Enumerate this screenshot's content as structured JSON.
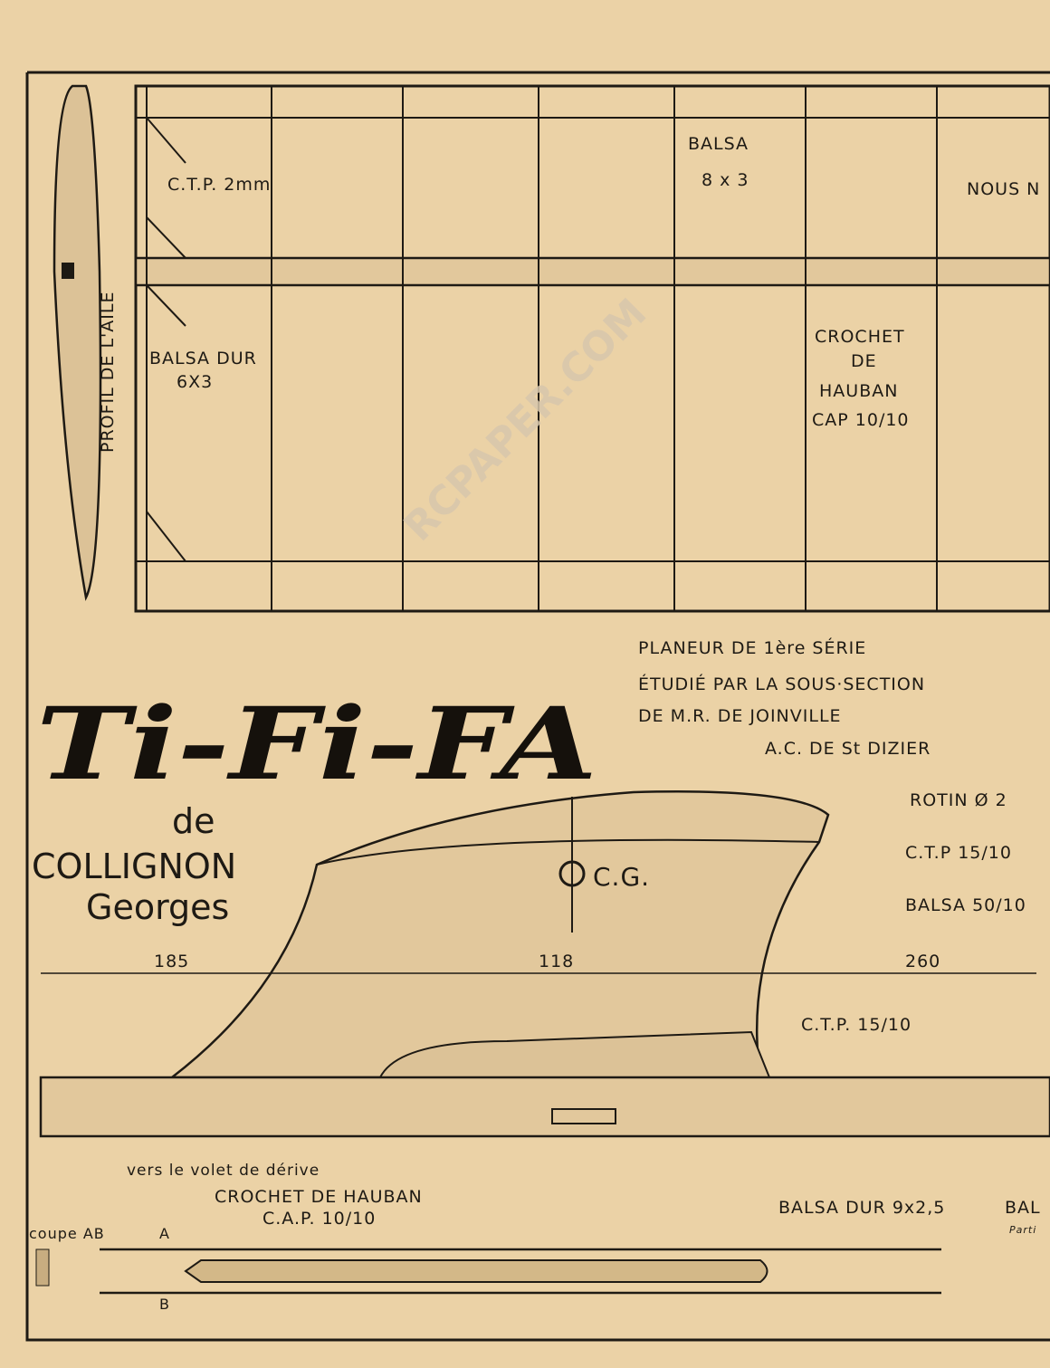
{
  "wing": {
    "ctp_label": "C.T.P. 2mm",
    "balsa_label": "BALSA",
    "balsa_dim": "8 x 3",
    "nous_text": "NOUS N",
    "profil_label": "PROFIL DE L'AILE",
    "balsa_dur": "BALSA DUR",
    "balsa_dur_dim": "6X3",
    "crochet_lines": [
      "CROCHET",
      "DE",
      "HAUBAN",
      "CAP 10/10"
    ]
  },
  "title": {
    "name": "Ti-Fi-FA",
    "de": "de",
    "author_last": "COLLIGNON",
    "author_first": "Georges"
  },
  "description": [
    "PLANEUR DE 1ère SÉRIE",
    "ÉTUDIÉ PAR LA SOUS·SECTION",
    "DE M.R. DE JOINVILLE",
    "A.C. DE St DIZIER"
  ],
  "fin": {
    "rotin": "ROTIN Ø 2",
    "ctp_top": "C.T.P 15/10",
    "cg": "C.G.",
    "balsa": "BALSA 50/10",
    "dims": [
      "185",
      "118",
      "260"
    ],
    "ctp_bottom": "C.T.P. 15/10",
    "volet": "vers le volet de dérive",
    "crochet": "CROCHET DE HAUBAN",
    "crochet_cap": "C.A.P. 10/10",
    "balsa_dur": "BALSA DUR 9x2,5",
    "bal_cut": "BAL",
    "parti": "Parti",
    "coupe": "coupe AB",
    "section_a": "A",
    "section_b": "B"
  },
  "watermark": "RCPAPER.COM"
}
